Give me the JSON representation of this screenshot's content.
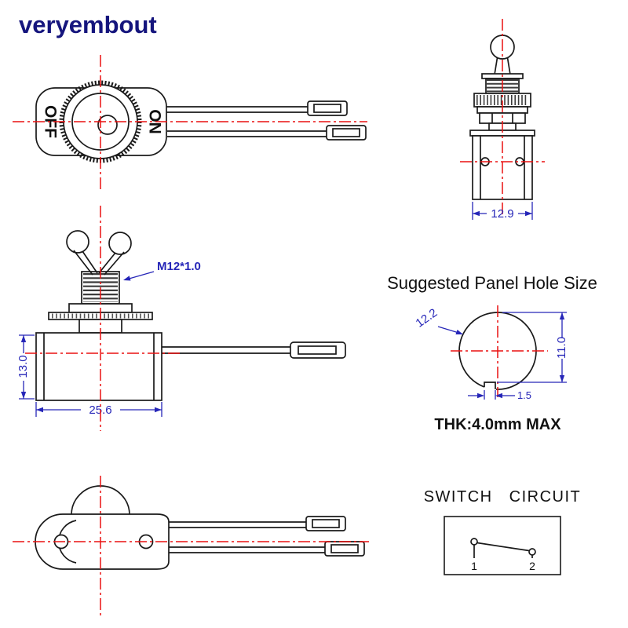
{
  "watermark": "veryembout",
  "colors": {
    "line": "#1a1a1a",
    "centerline_red": "#ea1111",
    "dimension_blue": "#2626b8",
    "watermark_navy": "#15157d"
  },
  "top_view": {
    "off_label": "OFF",
    "on_label": "ON"
  },
  "front_view": {
    "width_dim": "12.9"
  },
  "side_view": {
    "thread_label": "M12*1.0",
    "height_dim": "13.0",
    "width_dim": "25.6"
  },
  "panel_hole": {
    "title": "Suggested Panel Hole Size",
    "diameter_dim": "12.2",
    "height_dim": "11.0",
    "notch_dim": "1.5",
    "thickness_note": "THK:4.0mm MAX"
  },
  "circuit": {
    "title": "SWITCH CIRCUIT",
    "terminal_1": "1",
    "terminal_2": "2"
  }
}
